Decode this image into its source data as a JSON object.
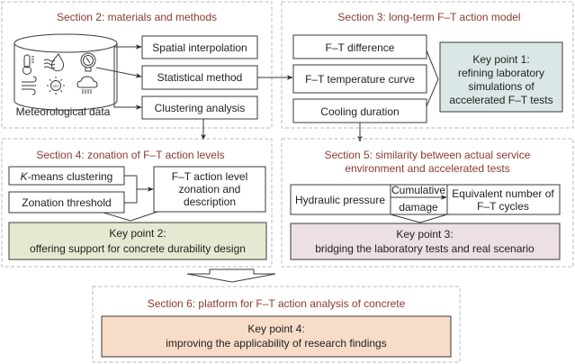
{
  "colors": {
    "section_title": "#8b3a2e",
    "key_point_1_fill": "#dbe7e6",
    "key_point_2_fill": "#e6e9d1",
    "key_point_3_fill": "#ecdfe6",
    "key_point_4_fill": "#f7dcc8",
    "dashed_border": "#b8b8b8",
    "box_stroke": "#3a3a3a"
  },
  "section2": {
    "title": "Section 2: materials and methods",
    "database_label": "Meteorological data",
    "database_icons": [
      "thermometer-icon",
      "humidity-drop-icon",
      "pressure-gauge-icon",
      "wind-icon",
      "uv-sun-icon",
      "rain-cloud-icon"
    ],
    "methods": [
      "Spatial interpolation",
      "Statistical method",
      "Clustering analysis"
    ]
  },
  "section3": {
    "title": "Section 3: long-term F–T action model",
    "factors": [
      "F–T difference",
      "F–T temperature curve",
      "Cooling duration"
    ],
    "key_point": {
      "title": "Key point 1:",
      "lines": [
        "refining laboratory",
        "simulations of",
        "accelerated F–T tests"
      ]
    }
  },
  "section4": {
    "title": "Section 4: zonation of F–T action levels",
    "kmeans_italic": "K",
    "kmeans_rest": "-means clustering",
    "threshold": "Zonation threshold",
    "result_lines": [
      "F–T action level",
      "zonation and",
      "description"
    ],
    "key_point": {
      "title": "Key point 2:",
      "text": "offering support for concrete durability design"
    }
  },
  "section5": {
    "title_lines": [
      "Section 5: similarity between actual service",
      "environment and accelerated tests"
    ],
    "hydraulic": "Hydraulic pressure",
    "arrow_label_top": "Cumulative",
    "arrow_label_bottom": "damage",
    "equivalent_lines": [
      "Equivalent number of",
      "F–T cycles"
    ],
    "key_point": {
      "title": "Key point 3:",
      "text": "bridging the laboratory tests and real scenario"
    }
  },
  "section6": {
    "title": "Section 6: platform for F–T action analysis of concrete",
    "key_point": {
      "title": "Key point 4:",
      "text": "improving the applicability of research findings"
    }
  }
}
